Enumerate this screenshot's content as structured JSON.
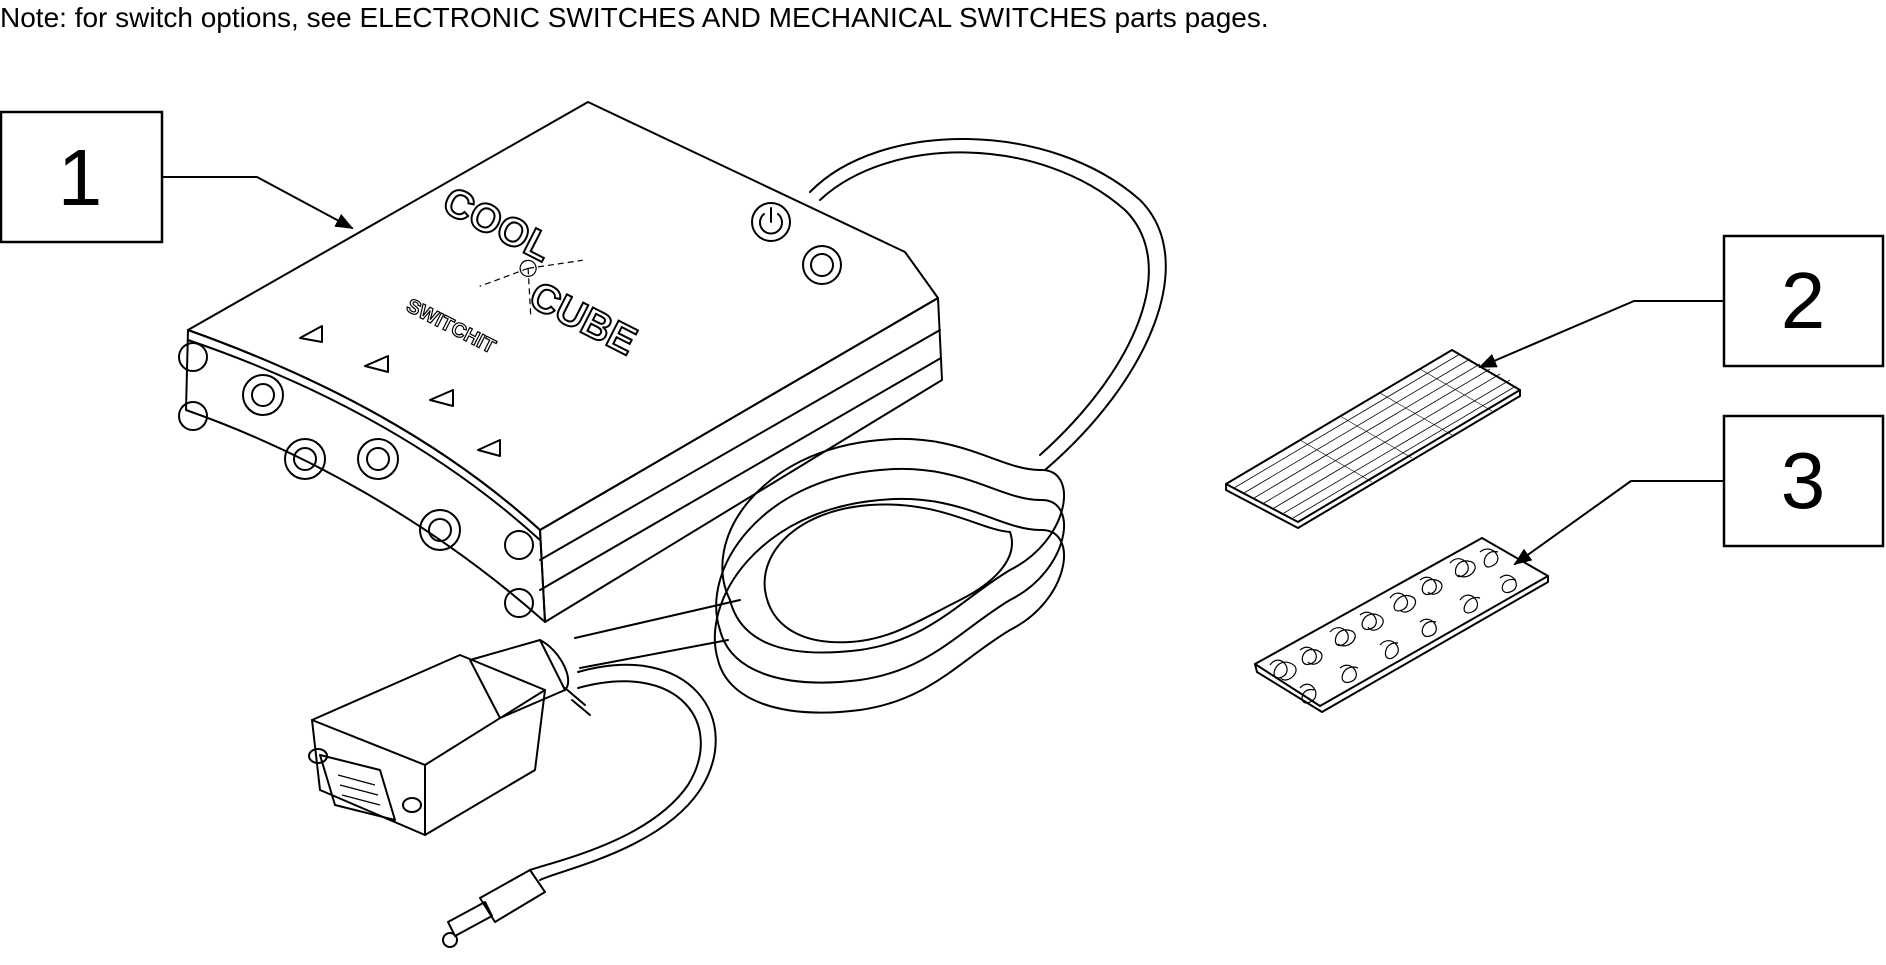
{
  "note": "Note: for switch options, see ELECTRONIC SWITCHES AND MECHANICAL SWITCHES parts pages.",
  "callouts": [
    {
      "label": "1"
    },
    {
      "label": "2"
    },
    {
      "label": "3"
    }
  ],
  "device": {
    "logo_line1": "COOL",
    "logo_line2": "CUBE",
    "logo_sub": "SWITCHIT"
  }
}
